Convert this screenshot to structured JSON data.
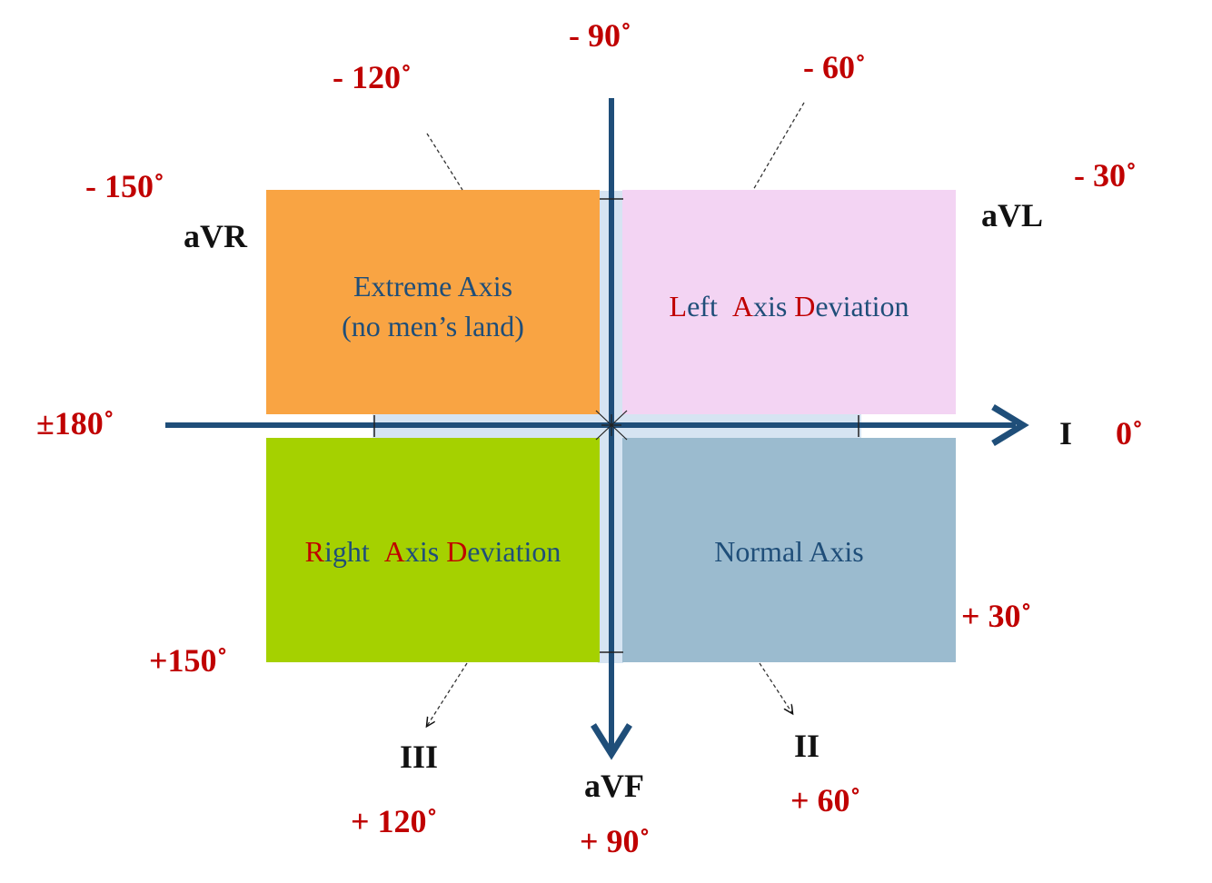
{
  "colors": {
    "axis": "#1f4e79",
    "angle_text": "#c00000",
    "lead_text": "#111111",
    "quadrant_text": "#1f4e79",
    "extreme_fill": "#f9a443",
    "left_fill": "#f3d4f3",
    "right_fill": "#a5d100",
    "normal_fill": "#9bbbcf",
    "center_band": "#d6e4f2"
  },
  "quadrants": {
    "extreme": {
      "line1": "Extreme Axis",
      "line2": "(no men’s land)"
    },
    "left": {
      "w1_first": "L",
      "w1_rest": "eft",
      "w2_first": "A",
      "w2_rest": "xis",
      "w3_first": "D",
      "w3_rest": "eviation"
    },
    "right": {
      "w1_first": "R",
      "w1_rest": "ight",
      "w2_first": "A",
      "w2_rest": "xis",
      "w3_first": "D",
      "w3_rest": "eviation"
    },
    "normal": {
      "line1": "Normal Axis"
    }
  },
  "leads": {
    "avr": "aVR",
    "avl": "aVL",
    "i": "I",
    "ii": "II",
    "iii": "III",
    "avf": "aVF"
  },
  "angles": {
    "neg90": "- 90˚",
    "neg120": "- 120˚",
    "neg60": "- 60˚",
    "neg150": "- 150˚",
    "neg30": "- 30˚",
    "pm180": "±180˚",
    "zero": "0˚",
    "pos30": "+ 30˚",
    "pos150": "+150˚",
    "pos120": "+ 120˚",
    "pos90": "+ 90˚",
    "pos60": "+ 60˚"
  }
}
